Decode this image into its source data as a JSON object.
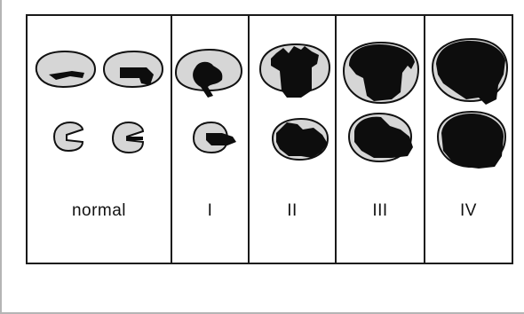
{
  "panels": [
    {
      "key": "normal",
      "label": "normal"
    },
    {
      "key": "grade-1",
      "label": "I"
    },
    {
      "key": "grade-2",
      "label": "II"
    },
    {
      "key": "grade-3",
      "label": "III"
    },
    {
      "key": "grade-4",
      "label": "IV"
    }
  ],
  "colors": {
    "outline_fill": "#d6d6d6",
    "lesion": "#0d0d0d",
    "stroke": "#111111",
    "frame_border": "#1a1a1a",
    "background": "#ffffff"
  },
  "icons": {
    "brain_slice": "brain-section-icon",
    "lesion": "lesion-shape"
  }
}
